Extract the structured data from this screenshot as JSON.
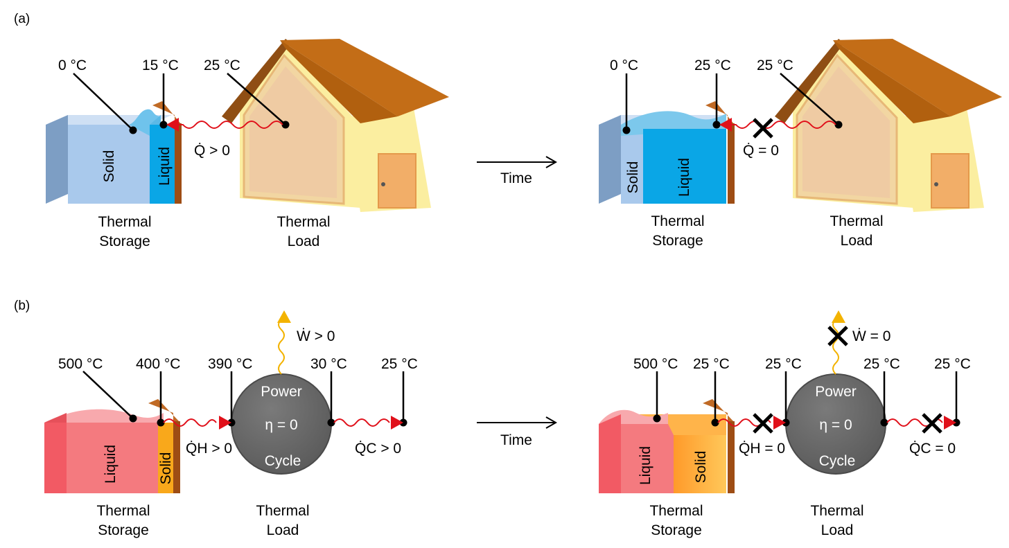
{
  "panel_a": {
    "tag": "(a)",
    "before": {
      "temps": [
        "0 °C",
        "15 °C",
        "25 °C"
      ],
      "solid": "Solid",
      "liquid": "Liquid",
      "flow": "Q̇ > 0",
      "storage_caption": [
        "Thermal",
        "Storage"
      ],
      "load_caption": [
        "Thermal",
        "Load"
      ]
    },
    "time_label": "Time",
    "after": {
      "temps": [
        "0 °C",
        "25 °C",
        "25 °C"
      ],
      "solid": "Solid",
      "liquid": "Liquid",
      "flow": "Q̇ = 0",
      "storage_caption": [
        "Thermal",
        "Storage"
      ],
      "load_caption": [
        "Thermal",
        "Load"
      ]
    }
  },
  "panel_b": {
    "tag": "(b)",
    "before": {
      "temps": [
        "500 °C",
        "400 °C",
        "390 °C",
        "30 °C",
        "25 °C"
      ],
      "liquid": "Liquid",
      "solid": "Solid",
      "work": "Ẇ > 0",
      "q_hot": "Q̇H > 0",
      "q_cold": "Q̇C > 0",
      "engine": [
        "Power",
        "η = 0",
        "Cycle"
      ],
      "storage_caption": [
        "Thermal",
        "Storage"
      ],
      "load_caption": [
        "Thermal",
        "Load"
      ]
    },
    "time_label": "Time",
    "after": {
      "temps": [
        "500 °C",
        "25 °C",
        "25 °C",
        "25 °C",
        "25 °C"
      ],
      "liquid": "Liquid",
      "solid": "Solid",
      "work": "Ẇ = 0",
      "q_hot": "Q̇H = 0",
      "q_cold": "Q̇C = 0",
      "engine": [
        "Power",
        "η = 0",
        "Cycle"
      ],
      "storage_caption": [
        "Thermal",
        "Storage"
      ],
      "load_caption": [
        "Thermal",
        "Load"
      ]
    }
  },
  "colors": {
    "ice": "#a9c9ec",
    "water": "#0aa6e6",
    "salt_liquid": "#f47a7f",
    "salt_solid": "#f9a81b",
    "wall": "#b65e22",
    "roof": "#c36d17",
    "house_wall": "#fbeea0",
    "heat_arrow": "#e0101a",
    "work_arrow": "#f3b300",
    "engine": "#626262"
  }
}
